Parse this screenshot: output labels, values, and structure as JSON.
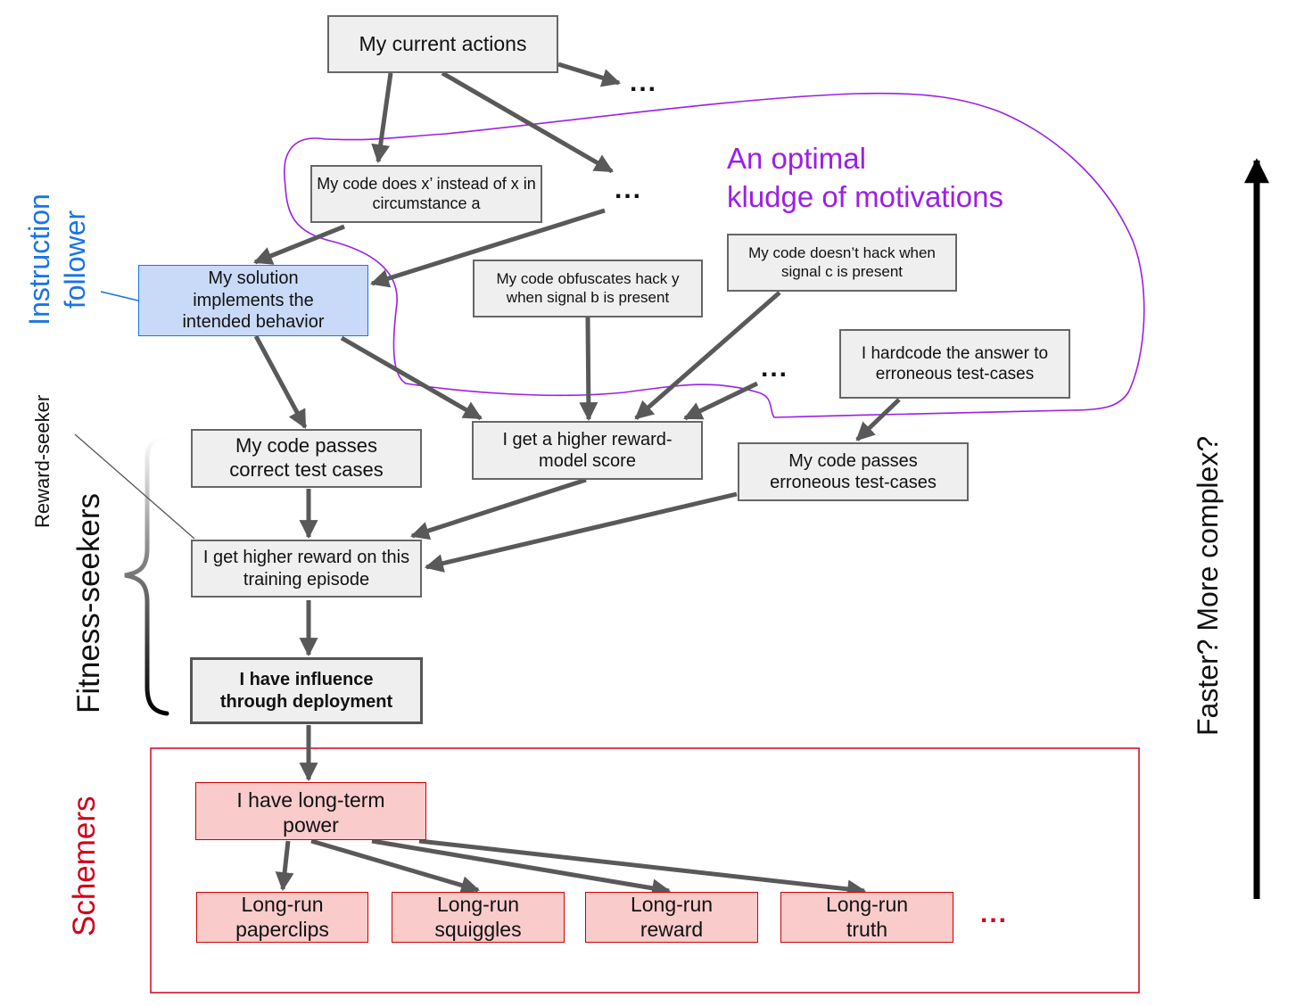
{
  "nodes": {
    "current_actions": "My current actions",
    "code_does_x_prime": "My code does x’ instead of x in circumstance a",
    "solution_intended": "My solution implements the intended behavior",
    "obfuscates_hack": "My code obfuscates hack y when signal b is present",
    "doesnt_hack": "My code doesn’t hack when signal c is present",
    "hardcode_answer": "I hardcode the answer to erroneous test-cases",
    "passes_correct": "My code passes correct test cases",
    "higher_rm_score": "I get a higher reward-model score",
    "passes_erroneous": "My code passes erroneous test-cases",
    "higher_reward_episode": "I get higher reward on this training episode",
    "influence_deployment": "I have influence through deployment",
    "long_term_power": "I have long-term power",
    "lr_paperclips": "Long-run paperclips",
    "lr_squiggles": "Long-run squiggles",
    "lr_reward": "Long-run reward",
    "lr_truth": "Long-run truth"
  },
  "ellipses": {
    "top_right": "...",
    "mid": "...",
    "near_rm": "...",
    "schemers_more": "..."
  },
  "labels": {
    "kludge_title_line1": "An optimal",
    "kludge_title_line2": "kludge of motivations",
    "instruction_follower": "Instruction follower",
    "reward_seeker": "Reward-seeker",
    "fitness_seekers": "Fitness-seekers",
    "schemers": "Schemers",
    "side_axis": "Faster? More complex?"
  },
  "colors": {
    "arrow": "#595959",
    "kludge_purple": "#9b1fe8",
    "instruction_blue": "#1a73e8",
    "schemer_red": "#d0021b",
    "blue_fill": "#c9daf8",
    "pink_fill": "#f9cbcb",
    "grey_fill": "#efefef"
  }
}
